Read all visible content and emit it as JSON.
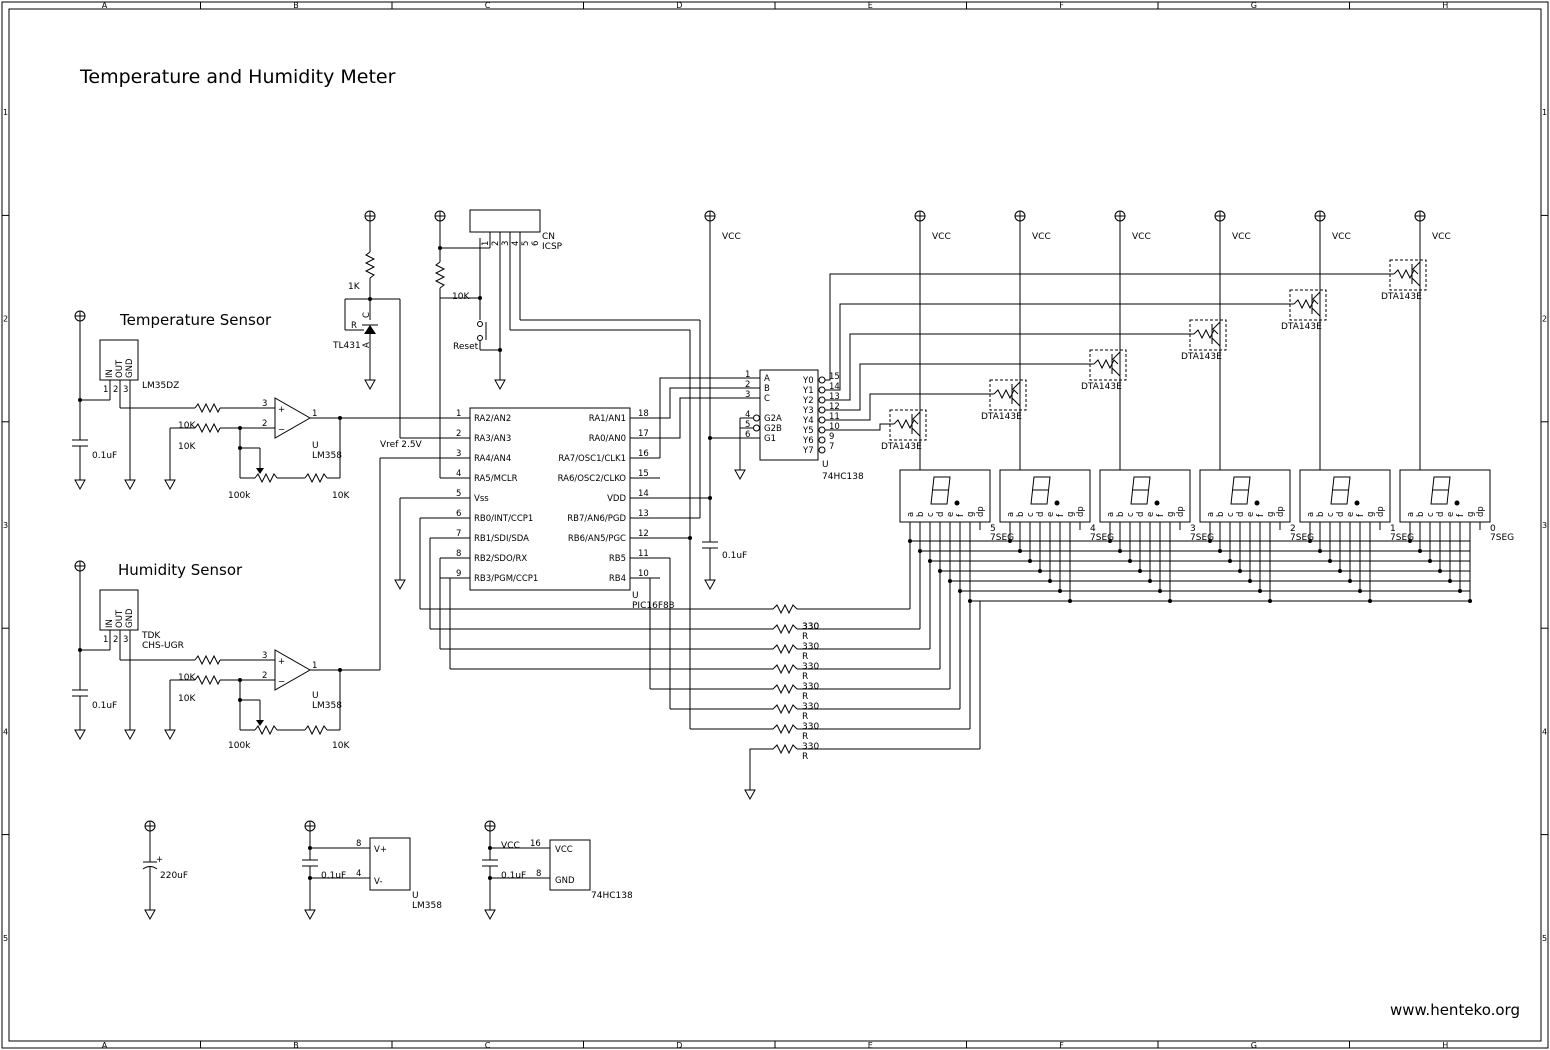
{
  "title": "Temperature and Humidity Meter",
  "footer": "www.henteko.org",
  "grid": {
    "cols": [
      "A",
      "B",
      "C",
      "D",
      "E",
      "F",
      "G",
      "H"
    ],
    "rows": [
      "1",
      "2",
      "3",
      "4",
      "5"
    ]
  },
  "sections": {
    "temperature": "Temperature Sensor",
    "humidity": "Humidity Sensor"
  },
  "sensors": {
    "temp_part": "LM35DZ",
    "hum_part1": "TDK",
    "hum_part2": "CHS-UGR",
    "pin_in": "IN",
    "pin_out": "OUT",
    "pin_gnd": "GND"
  },
  "opamp": {
    "ref": "U",
    "part": "LM358",
    "plus": "+",
    "minus": "−",
    "r_in": "10K",
    "r_pot": "100k",
    "r_fb": "10K",
    "cap": "0.1uF"
  },
  "vref": {
    "res": "1K",
    "part": "TL431",
    "pin_r": "R",
    "pin_c": "C",
    "pin_a": "A",
    "label": "Vref 2.5V"
  },
  "reset": {
    "res": "10K",
    "label": "Reset"
  },
  "icsp": {
    "ref": "CN",
    "part": "ICSP",
    "pins": [
      "1",
      "2",
      "3",
      "4",
      "5",
      "6"
    ]
  },
  "vcc": "VCC",
  "mcu": {
    "ref": "U",
    "part": "PIC16F88",
    "left_pins": [
      {
        "n": "1",
        "name": "RA2/AN2"
      },
      {
        "n": "2",
        "name": "RA3/AN3"
      },
      {
        "n": "3",
        "name": "RA4/AN4"
      },
      {
        "n": "4",
        "name": "RA5/MCLR"
      },
      {
        "n": "5",
        "name": "Vss"
      },
      {
        "n": "6",
        "name": "RB0/INT/CCP1"
      },
      {
        "n": "7",
        "name": "RB1/SDI/SDA"
      },
      {
        "n": "8",
        "name": "RB2/SDO/RX"
      },
      {
        "n": "9",
        "name": "RB3/PGM/CCP1"
      }
    ],
    "right_pins": [
      {
        "n": "18",
        "name": "RA1/AN1"
      },
      {
        "n": "17",
        "name": "RA0/AN0"
      },
      {
        "n": "16",
        "name": "RA7/OSC1/CLK1"
      },
      {
        "n": "15",
        "name": "RA6/OSC2/CLKO"
      },
      {
        "n": "14",
        "name": "VDD"
      },
      {
        "n": "13",
        "name": "RB7/AN6/PGD"
      },
      {
        "n": "12",
        "name": "RB6/AN5/PGC"
      },
      {
        "n": "11",
        "name": "RB5"
      },
      {
        "n": "10",
        "name": "RB4"
      }
    ],
    "decoupling": "0.1uF"
  },
  "decoder": {
    "ref": "U",
    "part": "74HC138",
    "inputs": [
      {
        "n": "1",
        "name": "A"
      },
      {
        "n": "2",
        "name": "B"
      },
      {
        "n": "3",
        "name": "C"
      },
      {
        "n": "4",
        "name": "G2A"
      },
      {
        "n": "5",
        "name": "G2B"
      },
      {
        "n": "6",
        "name": "G1"
      }
    ],
    "outputs": [
      {
        "n": "15",
        "name": "Y0"
      },
      {
        "n": "14",
        "name": "Y1"
      },
      {
        "n": "13",
        "name": "Y2"
      },
      {
        "n": "12",
        "name": "Y3"
      },
      {
        "n": "11",
        "name": "Y4"
      },
      {
        "n": "10",
        "name": "Y5"
      },
      {
        "n": "9",
        "name": "Y6"
      },
      {
        "n": "7",
        "name": "Y7"
      }
    ]
  },
  "transistor": "DTA143E",
  "displays": {
    "part": "7SEG",
    "segments": [
      "a",
      "b",
      "c",
      "d",
      "e",
      "f",
      "g",
      "dp"
    ],
    "indices": [
      "5",
      "4",
      "3",
      "2",
      "1",
      "0"
    ]
  },
  "seg_resistors": {
    "value": "330",
    "suffix": "R"
  },
  "power": {
    "bulk_cap": "220uF",
    "lm358_cap": "0.1uF",
    "lm358_vplus": "V+",
    "lm358_vminus": "V-",
    "lm358_pin8": "8",
    "lm358_pin4": "4",
    "hc138_vcc": "VCC",
    "hc138_pin16": "16",
    "hc138_pin8": "8",
    "hc138_gnd": "GND",
    "hc138_cap": "0.1uF",
    "hc138_part": "74HC138",
    "lm358_ref": "U",
    "lm358_part": "LM358",
    "vcc_label": "VCC"
  }
}
